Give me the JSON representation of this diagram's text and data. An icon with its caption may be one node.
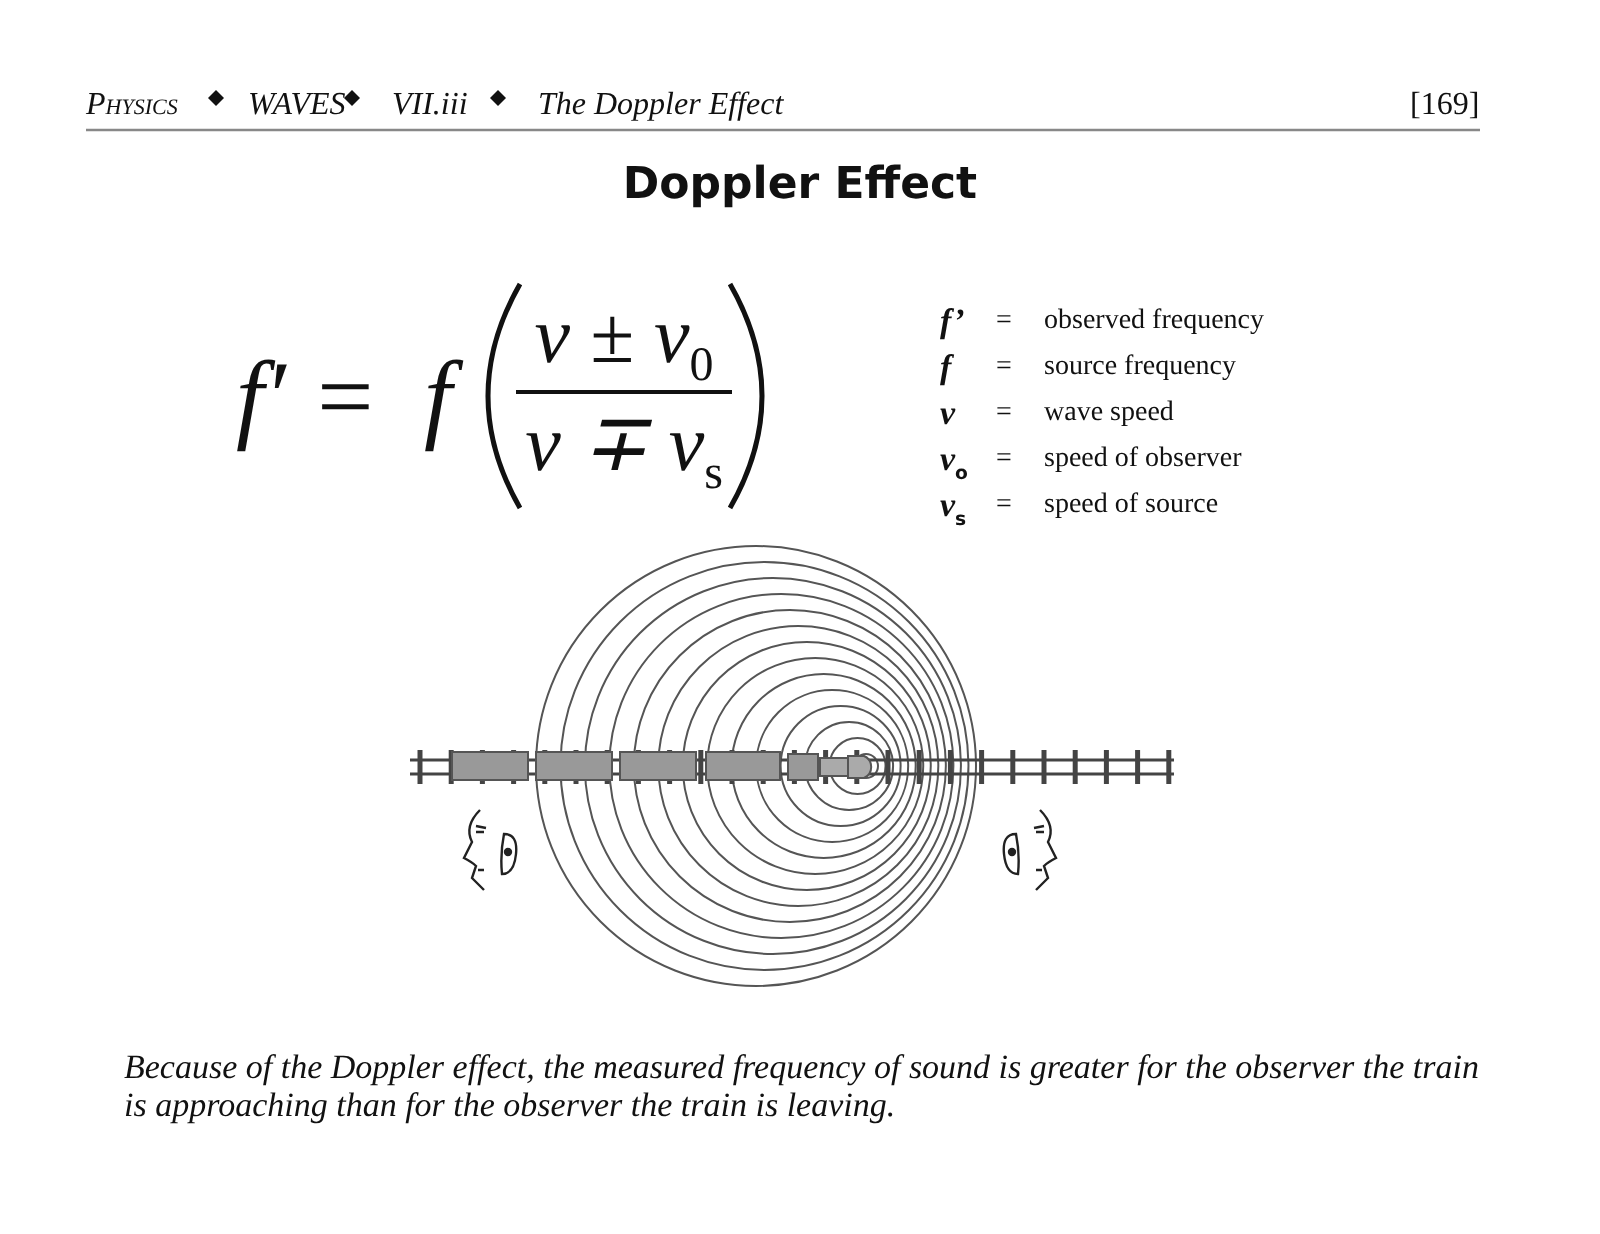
{
  "diagram": {
    "title": "Doppler Effect",
    "caption": "Because of the Doppler effect, the measured frequency of sound is greater for the observer the train is approaching than for the observer the train is leaving.",
    "labels": [
      "Physics",
      "WAVES",
      "VII.iii",
      "The Doppler Effect",
      "[169]",
      "f′ =",
      "f",
      "v ± v$_{0}$",
      "v ∓ v$_{s}$",
      "f’",
      "=",
      "observed frequency",
      "f",
      "=",
      "source frequency",
      "v",
      "=",
      "wave speed",
      "v$_{o}$",
      "=",
      "speed of observer",
      "v$_{s}$",
      "=",
      "speed of source"
    ]
  }
}
